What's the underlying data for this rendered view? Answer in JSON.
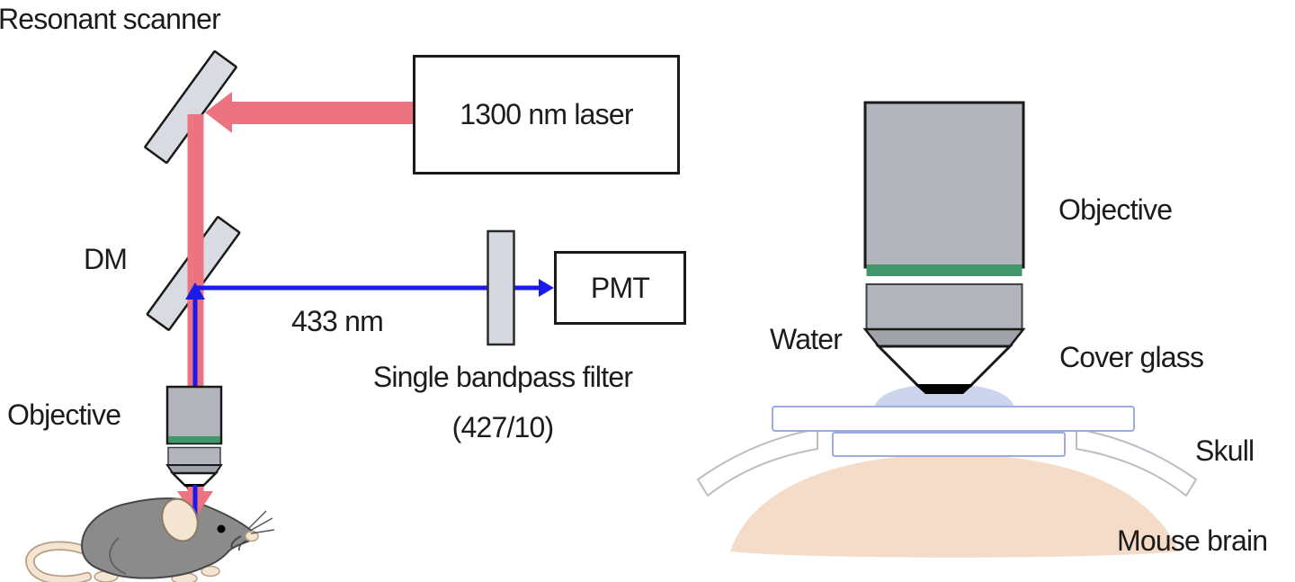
{
  "figure": {
    "left_panel": {
      "resonant_scanner_label": "Resonant scanner",
      "laser_box_label": "1300 nm laser",
      "dichroic_mirror_label": "DM",
      "emission_wavelength_label": "433 nm",
      "bandpass_filter_label_line1": "Single bandpass filter",
      "bandpass_filter_label_line2": "(427/10)",
      "objective_label": "Objective",
      "pmt_box_label": "PMT"
    },
    "right_panel": {
      "objective_label": "Objective",
      "water_label": "Water",
      "cover_glass_label": "Cover glass",
      "skull_label": "Skull",
      "mouse_brain_label": "Mouse brain"
    },
    "colors": {
      "excitation_beam": "#ec7480",
      "emission_beam": "#1a1aee",
      "mirror_fill": "#d9dbe3",
      "outline": "#1a1a1a",
      "objective_body": "#b2b5bb",
      "objective_shoulder": "#9fa2a9",
      "objective_ring_green": "#42966b",
      "filter_fill": "#d5d8df",
      "water_fill": "#cdd4ee",
      "glass_stroke": "#9dabdf",
      "skull_stroke": "#bcbcc4",
      "brain_fill": "#f4dcc8",
      "mouse_fur": "#8b8b8b",
      "mouse_skin": "#f3e5d2",
      "mouse_outline": "#474747",
      "skin_outline": "#b89f83"
    }
  }
}
